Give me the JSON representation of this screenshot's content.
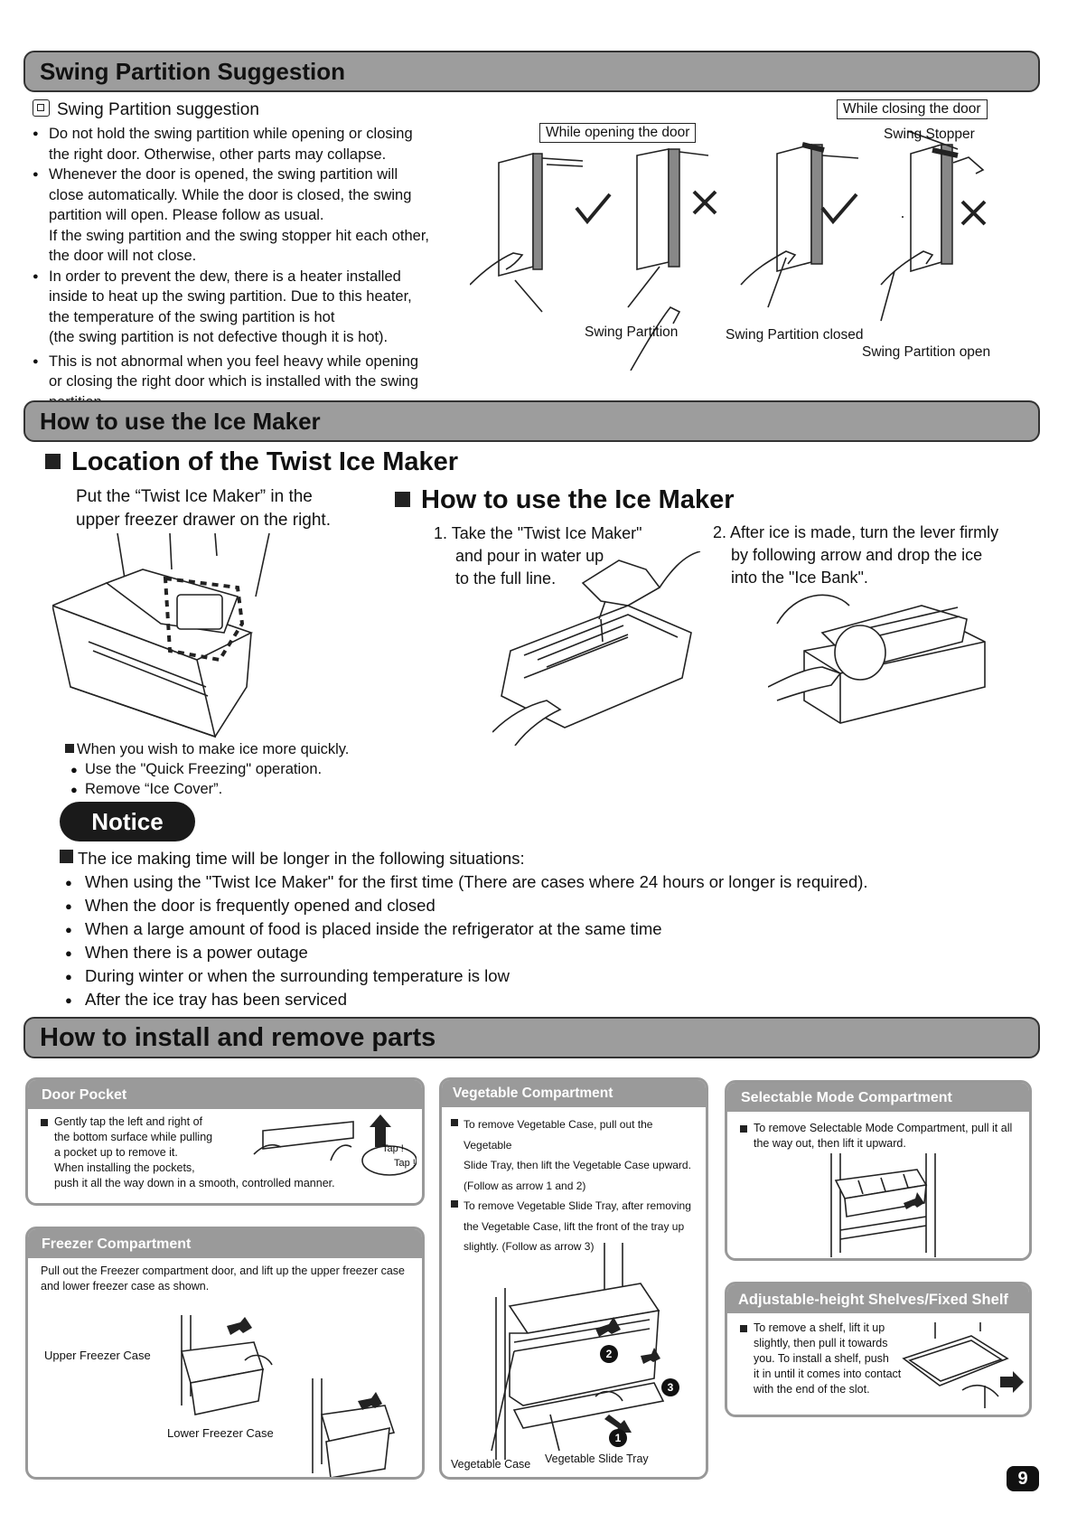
{
  "sections": {
    "swing": "Swing Partition Suggestion",
    "ice": "How to use the Ice Maker",
    "install": "How to install and remove parts"
  },
  "swing": {
    "subtitle": "Swing Partition suggestion",
    "bullets": [
      [
        "Do not hold the swing partition while opening or closing",
        "the right door. Otherwise, other parts may collapse."
      ],
      [
        "Whenever the door is opened, the swing partition will",
        "close automatically. While the door is closed, the swing",
        "partition will open. Please follow as usual.",
        "If the swing partition and the swing stopper hit each other,",
        "the door will not close."
      ],
      [
        "In order to prevent the dew, there is a heater installed",
        "inside to heat up the swing partition. Due to this heater,",
        "the temperature of the swing partition is hot",
        "(the swing partition is not defective though it is hot)."
      ],
      [
        "This is not abnormal when you feel heavy while opening",
        "or closing the right door which is installed with the swing partition."
      ]
    ],
    "label_opening": "While opening the door",
    "label_closing": "While closing the door",
    "label_stopper": "Swing Stopper",
    "cap_partition": "Swing Partition",
    "cap_closed": "Swing Partition closed",
    "cap_open": "Swing Partition open"
  },
  "ice": {
    "location_title": "Location of the Twist Ice Maker",
    "location_text": [
      "Put the “Twist Ice Maker” in the",
      "upper freezer drawer on the right."
    ],
    "howto_title": "How to use the Ice Maker",
    "step1": [
      "1. Take the \"Twist Ice Maker\"",
      "and pour in water up",
      "to the full line."
    ],
    "step2": [
      "2. After ice is made, turn the lever firmly",
      "by following arrow and drop the ice",
      "into the \"Ice Bank\"."
    ],
    "quick_title": "When you wish to make ice more quickly.",
    "quick_items": [
      "Use the \"Quick Freezing\" operation.",
      "Remove “Ice Cover”."
    ],
    "notice": "Notice",
    "notice_title": "The ice making time will be longer in the following situations:",
    "notice_items": [
      "When using the \"Twist Ice Maker\" for the first time (There are cases where 24 hours or longer is required).",
      "When the door is frequently opened and closed",
      "When a large amount of food is placed inside the refrigerator at the same time",
      "When there is a power outage",
      "During winter or when the surrounding temperature is low",
      "After the ice tray has been serviced"
    ]
  },
  "parts": {
    "door_pocket": {
      "title": "Door Pocket",
      "text": [
        "Gently tap the left and right of",
        "the bottom surface while pulling",
        "a pocket up to remove it.",
        "When installing the pockets,",
        "push it all the way down in a smooth, controlled manner."
      ],
      "tap1": "Tap !",
      "tap2": "Tap !"
    },
    "freezer": {
      "title": "Freezer Compartment",
      "text": [
        "Pull out the Freezer compartment door, and lift up the upper freezer case",
        "and lower freezer case as shown."
      ],
      "upper": "Upper Freezer Case",
      "lower": "Lower Freezer Case"
    },
    "vegetable": {
      "title": "Vegetable Compartment",
      "text1": [
        "To remove Vegetable Case, pull out the Vegetable",
        "Slide Tray, then lift the Vegetable Case upward.",
        "(Follow as arrow 1 and 2)"
      ],
      "text2": [
        "To remove Vegetable Slide Tray, after removing",
        "the Vegetable Case,  lift the front of the tray up",
        "slightly. (Follow as arrow 3)"
      ],
      "case": "Vegetable Case",
      "tray": "Vegetable Slide Tray",
      "n1": "1",
      "n2": "2",
      "n3": "3"
    },
    "selectable": {
      "title": "Selectable Mode Compartment",
      "text": [
        "To remove Selectable Mode Compartment, pull it all",
        "the way out, then lift it upward."
      ]
    },
    "shelves": {
      "title": "Adjustable-height Shelves/Fixed Shelf",
      "text": [
        "To remove a shelf, lift it up",
        "slightly, then pull it towards",
        "you. To install a shelf, push",
        "it in until it comes into contact",
        "with the end of the slot."
      ]
    }
  },
  "page_number": "9"
}
